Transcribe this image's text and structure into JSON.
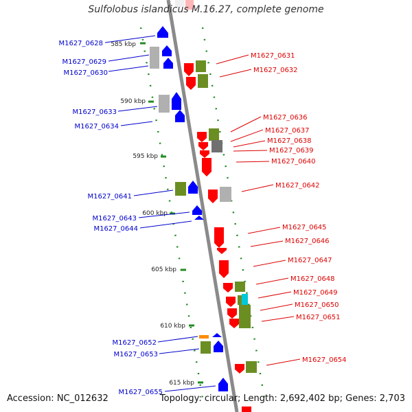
{
  "title": "Sulfolobus islandicus M.16.27, complete genome",
  "footer": {
    "accession": "Accession: NC_012632",
    "stats": "Topology: circular; Length: 2,692,402 bp; Genes: 2,703"
  },
  "colors": {
    "left_labels": "#0000cc",
    "right_labels": "#dd0000",
    "forward_gene": "#ff0000",
    "reverse_gene": "#0000ff",
    "olive_gene": "#6b8e23",
    "gray_gene": "#b0b0b0",
    "dark_gray_gene": "#707070",
    "orange_gene": "#ff8c00",
    "cyan_gene": "#00c8d8",
    "backbone": "#8a8a8a",
    "tick": "#228b22"
  },
  "ticks": [
    "585 kbp",
    "590 kbp",
    "595 kbp",
    "600 kbp",
    "605 kbp",
    "610 kbp",
    "615 kbp"
  ],
  "left_labels": [
    "M1627_0628",
    "M1627_0629",
    "M1627_0630",
    "M1627_0633",
    "M1627_0634",
    "M1627_0641",
    "M1627_0643",
    "M1627_0644",
    "M1627_0652",
    "M1627_0653",
    "M1627_0655"
  ],
  "right_labels": [
    "M1627_0631",
    "M1627_0632",
    "M1627_0636",
    "M1627_0637",
    "M1627_0638",
    "M1627_0639",
    "M1627_0640",
    "M1627_0642",
    "M1627_0645",
    "M1627_0646",
    "M1627_0647",
    "M1627_0648",
    "M1627_0649",
    "M1627_0650",
    "M1627_0651",
    "M1627_0654"
  ]
}
